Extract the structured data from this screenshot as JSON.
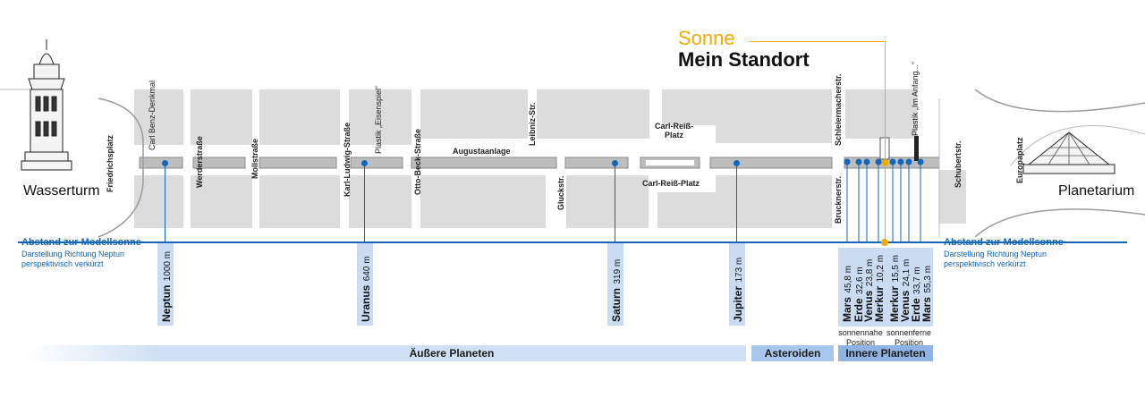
{
  "header": {
    "sun_label": "Sonne",
    "location_label": "Mein Standort"
  },
  "landmarks": {
    "wasserturm": "Wasserturm",
    "planetarium": "Planetarium"
  },
  "streets": {
    "friedrichsplatz": "Friedrichsplatz",
    "carl_benz": "Carl Benz-Denkmal",
    "werderstrasse": "Werderstraße",
    "mollstrasse": "Mollstraße",
    "karl_ludwig": "Karl-Ludwig-Straße",
    "plastik_eisenspiel": "Plastik „Eisenspiel“",
    "otto_beck": "Otto-Beck-Straße",
    "augustaanlage": "Augustaanlage",
    "leibniz": "Leibniz-Str.",
    "gluckstr": "Gluckstr.",
    "carl_reiss_platz_top": "Carl-Reiß-\nPlatz",
    "carl_reiss_platz": "Carl-Reiß-Platz",
    "schleiermacher": "Schleiermacherstr.",
    "plastik_anfang": "Plastik „Im Anfang...“",
    "brucknerstr": "Brucknerstr.",
    "schubertstr": "Schubertstr.",
    "europaplatz": "Europaplatz"
  },
  "distance_legend": {
    "title": "Abstand zur Modellsonne",
    "subtitle_line1": "Darstellung Richtung Neptun",
    "subtitle_line2": "perspektivisch verkürzt"
  },
  "outer_planets": [
    {
      "name": "Neptun",
      "distance": "1000 m"
    },
    {
      "name": "Uranus",
      "distance": "640 m"
    },
    {
      "name": "Saturn",
      "distance": "319 m"
    },
    {
      "name": "Jupiter",
      "distance": "173 m"
    }
  ],
  "inner_near": [
    {
      "name": "Mars",
      "distance": "45,8 m"
    },
    {
      "name": "Erde",
      "distance": "32,6 m"
    },
    {
      "name": "Venus",
      "distance": "23,8 m"
    },
    {
      "name": "Merkur",
      "distance": "10,2 m"
    }
  ],
  "inner_far": [
    {
      "name": "Merkur",
      "distance": "15,5 m"
    },
    {
      "name": "Venus",
      "distance": "24,1 m"
    },
    {
      "name": "Erde",
      "distance": "33,7 m"
    },
    {
      "name": "Mars",
      "distance": "55,3 m"
    }
  ],
  "position_notes": {
    "near_line1": "sonnennahe",
    "near_line2": "Position",
    "far_line1": "sonnenferne",
    "far_line2": "Position"
  },
  "bands": {
    "outer": "Äußere Planeten",
    "asteroids": "Asteroiden",
    "inner": "Innere Planeten"
  },
  "colors": {
    "blue": "#1466b8",
    "sun": "#f2a900",
    "light_blue": "#c9dcf2",
    "band_blue": "#cfe0f4",
    "band_dark": "#8fb4e3",
    "street_gray": "#d9d9d9"
  }
}
